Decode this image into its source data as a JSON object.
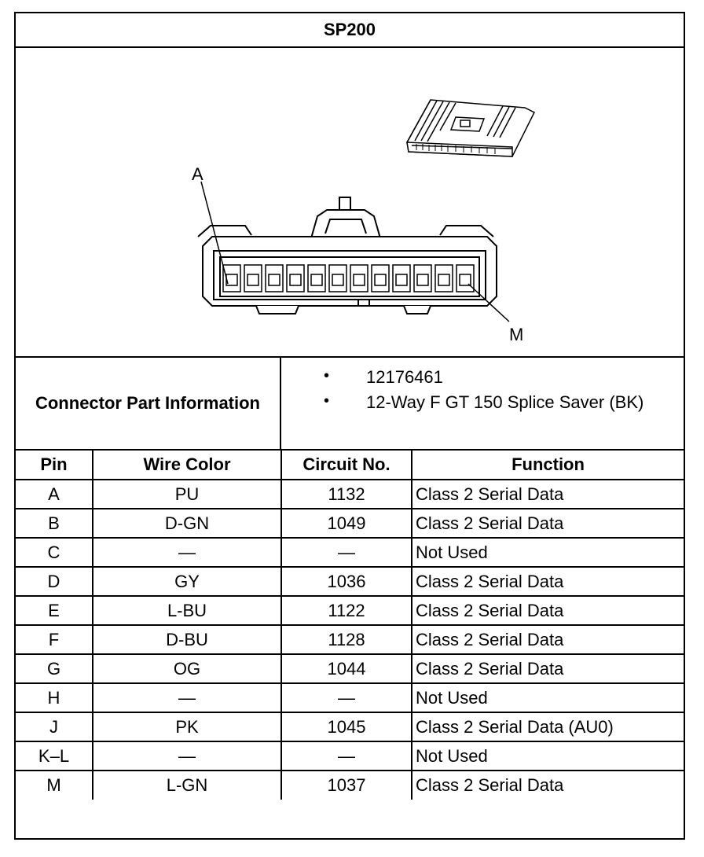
{
  "title": "SP200",
  "figure": {
    "label_a": "A",
    "label_m": "M"
  },
  "connector_info": {
    "label": "Connector Part Information",
    "items": [
      "12176461",
      "12-Way F GT 150 Splice Saver (BK)"
    ],
    "bullet": "•"
  },
  "table": {
    "headers": [
      "Pin",
      "Wire Color",
      "Circuit No.",
      "Function"
    ],
    "rows": [
      {
        "pin": "A",
        "color": "PU",
        "circuit": "1132",
        "function": "Class 2 Serial Data"
      },
      {
        "pin": "B",
        "color": "D-GN",
        "circuit": "1049",
        "function": "Class 2 Serial Data"
      },
      {
        "pin": "C",
        "color": "—",
        "circuit": "—",
        "function": "Not Used"
      },
      {
        "pin": "D",
        "color": "GY",
        "circuit": "1036",
        "function": "Class 2 Serial Data"
      },
      {
        "pin": "E",
        "color": "L-BU",
        "circuit": "1122",
        "function": "Class 2 Serial Data"
      },
      {
        "pin": "F",
        "color": "D-BU",
        "circuit": "1128",
        "function": "Class 2 Serial Data"
      },
      {
        "pin": "G",
        "color": "OG",
        "circuit": "1044",
        "function": "Class 2 Serial Data"
      },
      {
        "pin": "H",
        "color": "—",
        "circuit": "—",
        "function": "Not Used"
      },
      {
        "pin": "J",
        "color": "PK",
        "circuit": "1045",
        "function": "Class 2 Serial Data (AU0)"
      },
      {
        "pin": "K–L",
        "color": "—",
        "circuit": "—",
        "function": "Not Used"
      },
      {
        "pin": "M",
        "color": "L-GN",
        "circuit": "1037",
        "function": "Class 2 Serial Data"
      }
    ]
  }
}
